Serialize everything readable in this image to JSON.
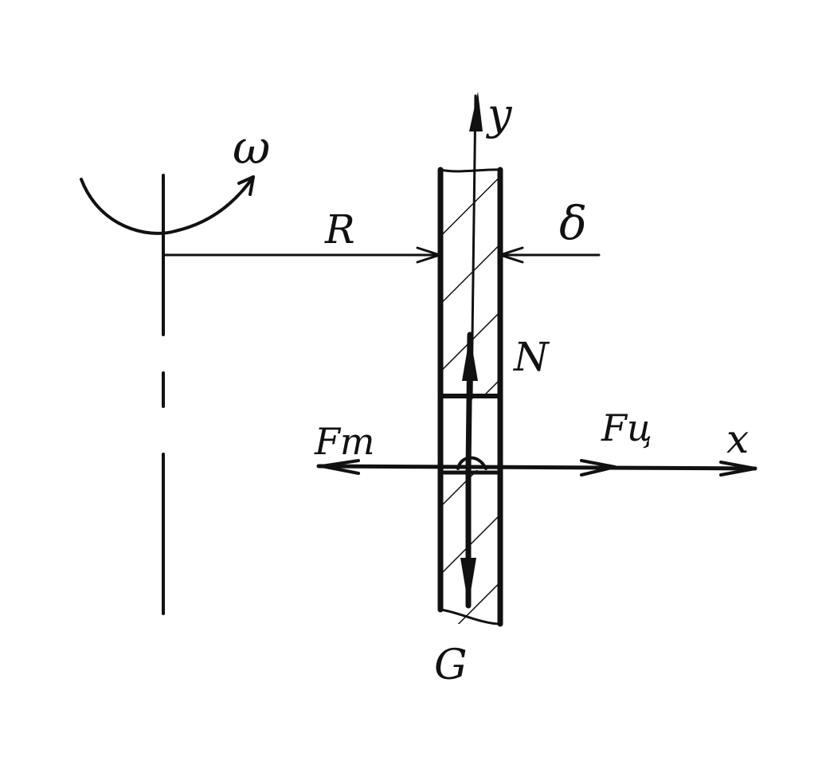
{
  "labels": {
    "omega": "ω",
    "y_axis": "y",
    "x_axis": "x",
    "radius": "R",
    "delta": "δ",
    "normal_force": "N",
    "friction_force": "Fт",
    "inertial_force": "Fц",
    "weight": "G"
  }
}
